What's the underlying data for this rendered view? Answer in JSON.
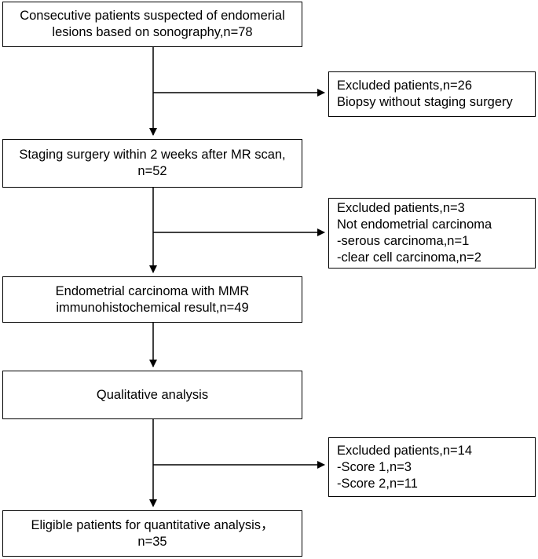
{
  "boxes": {
    "consecutive": {
      "lines": [
        "Consecutive patients suspected of endomerial",
        "lesions based on sonography,n=78"
      ]
    },
    "excluded1": {
      "lines": [
        "Excluded patients,n=26",
        "Biopsy without staging surgery"
      ]
    },
    "staging": {
      "lines": [
        "Staging surgery within 2 weeks after MR scan,",
        "n=52"
      ]
    },
    "excluded2": {
      "lines": [
        "Excluded patients,n=3",
        "Not endometrial carcinoma",
        "-serous carcinoma,n=1",
        "-clear cell carcinoma,n=2"
      ]
    },
    "endometrial": {
      "lines": [
        "Endometrial carcinoma with MMR",
        "immunohistochemical result,n=49"
      ]
    },
    "qualitative": {
      "lines": [
        "Qualitative analysis"
      ]
    },
    "excluded3": {
      "lines": [
        "Excluded patients,n=14",
        "-Score 1,n=3",
        "-Score 2,n=11"
      ]
    },
    "eligible": {
      "lines": [
        "Eligible patients for quantitative analysis，",
        "n=35"
      ]
    }
  }
}
